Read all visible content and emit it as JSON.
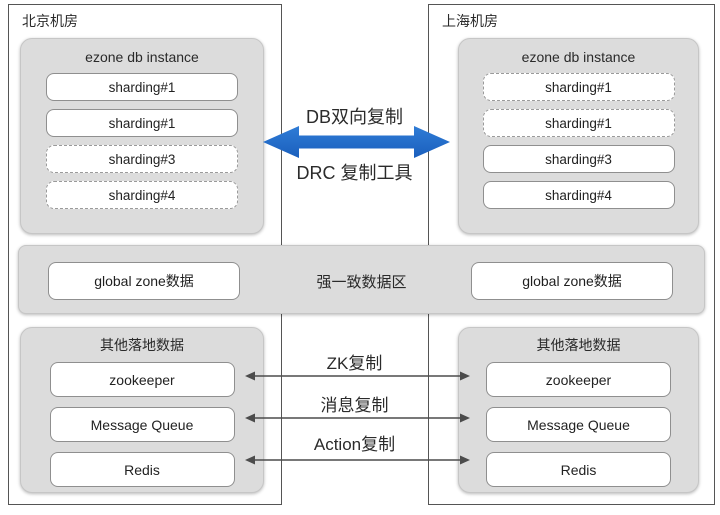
{
  "colors": {
    "arrow_blue": "#1e6bc8",
    "panel_gray": "#dcdcdc",
    "item_border_gray": "#8f8f8f",
    "outer_border": "#555555",
    "thin_arrow": "#4c4c4c",
    "text": "#1f1f1f"
  },
  "left_region": {
    "title": "北京机房",
    "db_instance": {
      "title": "ezone db instance",
      "shards": [
        {
          "label": "sharding#1",
          "style": "solid"
        },
        {
          "label": "sharding#1",
          "style": "solid"
        },
        {
          "label": "sharding#3",
          "style": "dashed"
        },
        {
          "label": "sharding#4",
          "style": "dashed"
        }
      ]
    },
    "global_zone_label": "global zone数据",
    "other_data": {
      "title": "其他落地数据",
      "items": [
        "zookeeper",
        "Message Queue",
        "Redis"
      ]
    }
  },
  "right_region": {
    "title": "上海机房",
    "db_instance": {
      "title": "ezone db instance",
      "shards": [
        {
          "label": "sharding#1",
          "style": "dashed"
        },
        {
          "label": "sharding#1",
          "style": "dashed"
        },
        {
          "label": "sharding#3",
          "style": "solid"
        },
        {
          "label": "sharding#4",
          "style": "solid"
        }
      ]
    },
    "global_zone_label": "global zone数据",
    "other_data": {
      "title": "其他落地数据",
      "items": [
        "zookeeper",
        "Message Queue",
        "Redis"
      ]
    }
  },
  "center": {
    "db_replication_label": "DB双向复制",
    "drc_tool_label": "DRC 复制工具",
    "consistency_band_label": "强一致数据区",
    "replication_arrow_labels": [
      "ZK复制",
      "消息复制",
      "Action复制"
    ]
  }
}
